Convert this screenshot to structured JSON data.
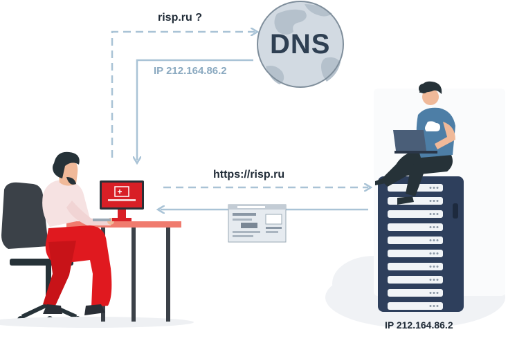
{
  "labels": {
    "dns_query": "risp.ru ?",
    "dns_answer": "IP 212.164.86.2",
    "dns_title": "DNS",
    "https_request": "https://risp.ru",
    "server_ip": "IP 212.164.86.2"
  },
  "colors": {
    "arrow": "#a9c3d6",
    "globe": "#c9d3dd",
    "accent_red": "#d81f26",
    "server": "#2e3f5c",
    "server_light": "#f1f4f7",
    "desk": "#f07b6e",
    "shirt_man": "#f6e2e2",
    "pants_man": "#e0191f",
    "shirt_woman": "#4d7ea6",
    "cloud": "#eef0f3",
    "dark": "#263238"
  },
  "icons": [
    "globe-icon",
    "monitor-icon",
    "laptop-icon",
    "server-icon",
    "web-page-icon",
    "cloud-icon",
    "chair-icon",
    "desk-icon"
  ]
}
